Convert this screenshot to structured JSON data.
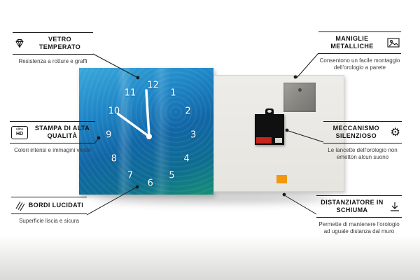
{
  "product": {
    "name": "glass-wall-clock",
    "clock_numbers": [
      "1",
      "2",
      "3",
      "4",
      "5",
      "6",
      "7",
      "8",
      "9",
      "10",
      "11",
      "12"
    ]
  },
  "colors": {
    "clock_blue": "#1f86c6",
    "clock_teal": "#169073",
    "foam_orange": "#f0980f",
    "metal_gray": "#8b8984",
    "line_black": "#1c1c1c"
  },
  "features_left": [
    {
      "title": "VETRO TEMPERATO",
      "desc": "Resistenza a rotture e graffi",
      "icon": "diamond-icon"
    },
    {
      "title": "STAMPA DI ALTA QUALITÀ",
      "desc": "Colori intensi e immagini vivide",
      "icon": "ultra-hd-icon",
      "icon_line1": "ultra",
      "icon_line2": "HD"
    },
    {
      "title": "BORDI LUCIDATI",
      "desc": "Superficie liscia e sicura",
      "icon": "polished-edges-icon"
    }
  ],
  "features_right": [
    {
      "title": "MANIGLIE METALLICHE",
      "desc": "Consentono un facile montaggio dell'orologio a parete",
      "icon": "picture-frame-icon"
    },
    {
      "title": "MECCANISMO SILENZIOSO",
      "desc": "Le lancette dell'orologio non emetton alcun suono",
      "icon": "gear-icon",
      "gear_glyph": "⚙"
    },
    {
      "title": "DISTANZIATORE IN SCHIUMA",
      "desc": "Permette di mantenere l'orologio ad uguale distanza dal muro",
      "icon": "spacer-arrow-icon"
    }
  ]
}
